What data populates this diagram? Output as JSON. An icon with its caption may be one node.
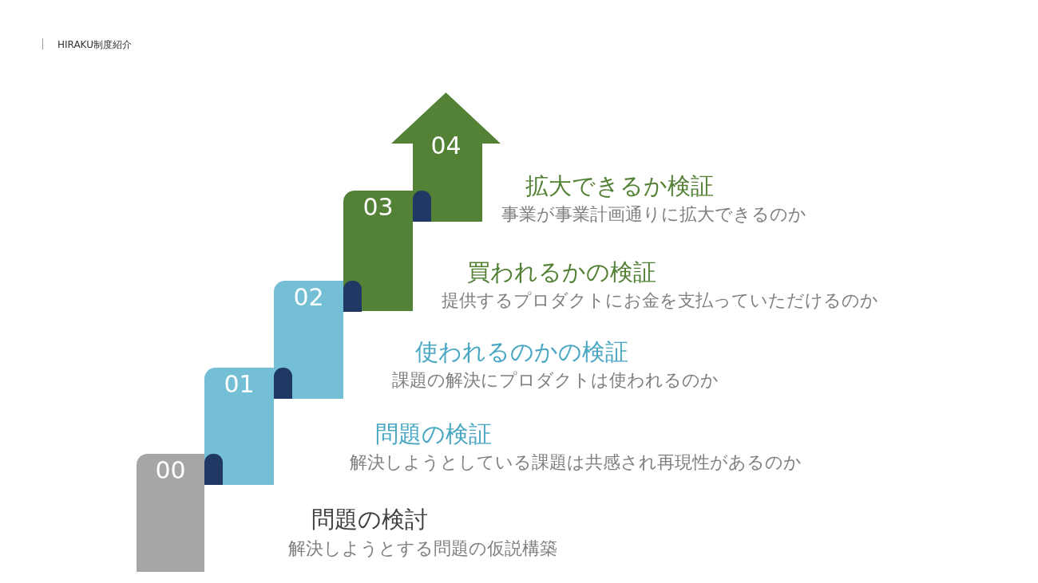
{
  "diagram": {
    "title": "HIRAKU制度紹介",
    "nodes": [
      {
        "text": [
          "00"
        ],
        "beside": [
          "問題の検討",
          "解決しようとする問題の仮説構築"
        ]
      },
      {
        "text": [
          "01"
        ],
        "beside": [
          "問題の検証",
          "解決しようとしている課題は共感され再現性があるのか"
        ]
      },
      {
        "text": [
          "02"
        ],
        "beside": [
          "使われるのかの検証",
          "課題の解決にプロダクトは使われるのか"
        ]
      },
      {
        "text": [
          "03"
        ],
        "beside": [
          "買われるかの検証",
          "提供するプロダクトにお金を支払っていただけるのか"
        ]
      },
      {
        "text": [
          "04"
        ],
        "beside": [
          "拡大できるか検証",
          "事業が事業計画通りに拡大できるのか"
        ]
      }
    ],
    "edges": []
  }
}
